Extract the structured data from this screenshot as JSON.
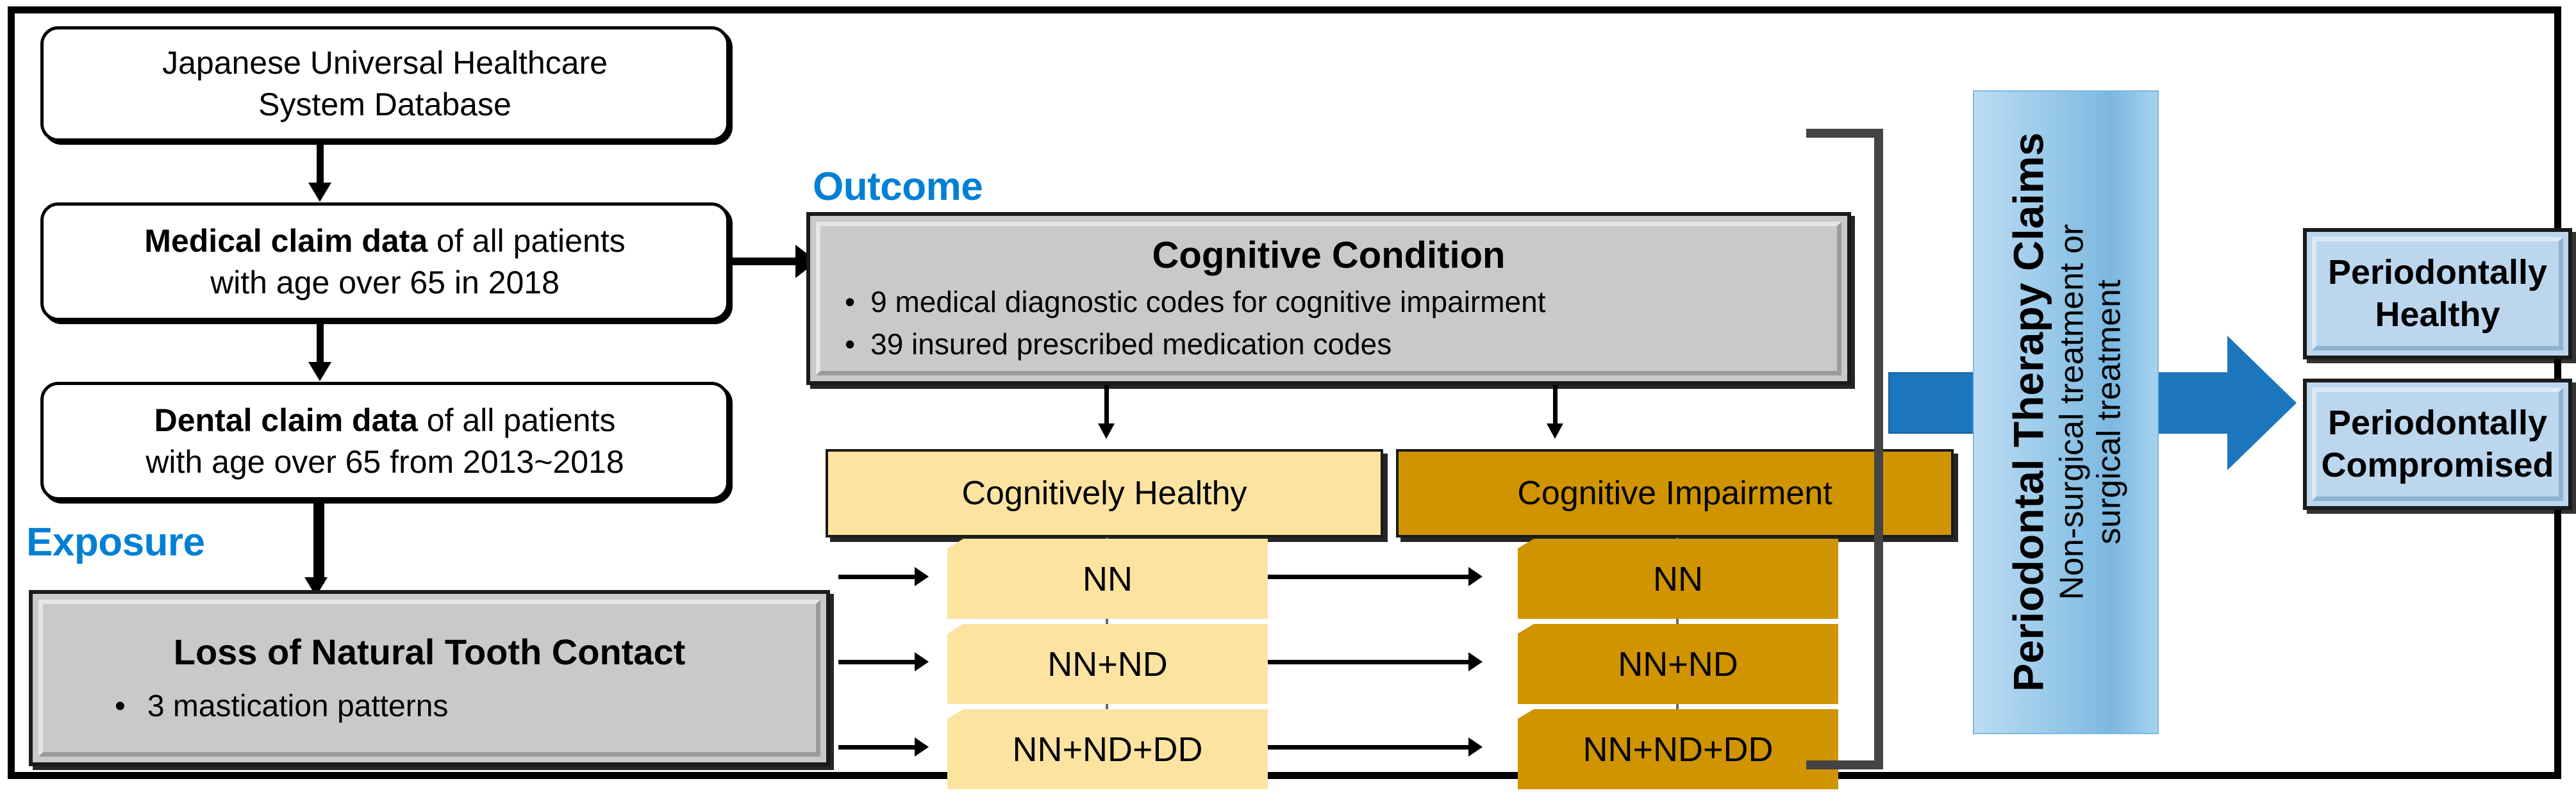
{
  "diagram": {
    "title": "Study design flowchart",
    "colors": {
      "label_blue": "#0080d4",
      "chip_yellow": "#fce4a0",
      "chip_orange": "#d09400",
      "box_gray": "#c9c9c9",
      "pathway_light_blue": "#9ccbea",
      "arrow_blue": "#1c76bd",
      "box_blue": "#bcd6ee"
    }
  },
  "labels": {
    "outcome": "Outcome",
    "exposure": "Exposure"
  },
  "source_boxes": [
    {
      "lines": [
        {
          "text": "Japanese Universal Healthcare",
          "bold": false
        },
        {
          "text": "System Database",
          "bold": false
        }
      ]
    },
    {
      "lines": [
        {
          "bold_part": "Medical claim data",
          "rest": " of all patients"
        },
        {
          "bold_part": "",
          "rest": "with age over 65 in 2018"
        }
      ]
    },
    {
      "lines": [
        {
          "bold_part": "Dental claim data",
          "rest": " of all patients"
        },
        {
          "bold_part": "",
          "rest": "with age over 65 from 2013~2018"
        }
      ]
    }
  ],
  "exposure_box": {
    "title": "Loss of Natural Tooth Contact",
    "bullets": [
      "3 mastication patterns"
    ]
  },
  "outcome_box": {
    "title": "Cognitive Condition",
    "bullets": [
      "9 medical diagnostic codes for cognitive impairment",
      "39 insured prescribed medication codes"
    ]
  },
  "groups": [
    {
      "name": "cognitively-healthy",
      "label": "Cognitively Healthy",
      "color": "#fce4a0",
      "chips": [
        "NN",
        "NN+ND",
        "NN+ND+DD"
      ]
    },
    {
      "name": "cognitive-impairment",
      "label": "Cognitive Impairment",
      "color": "#d09400",
      "chips": [
        "NN",
        "NN+ND",
        "NN+ND+DD"
      ]
    }
  ],
  "pathway": {
    "title": "Periodontal Therapy Claims",
    "subtitle_line1": "Non-surgical treatment or",
    "subtitle_line2": "surgical treatment"
  },
  "results": [
    {
      "line1": "Periodontally",
      "line2": "Healthy"
    },
    {
      "line1": "Periodontally",
      "line2": "Compromised"
    }
  ]
}
